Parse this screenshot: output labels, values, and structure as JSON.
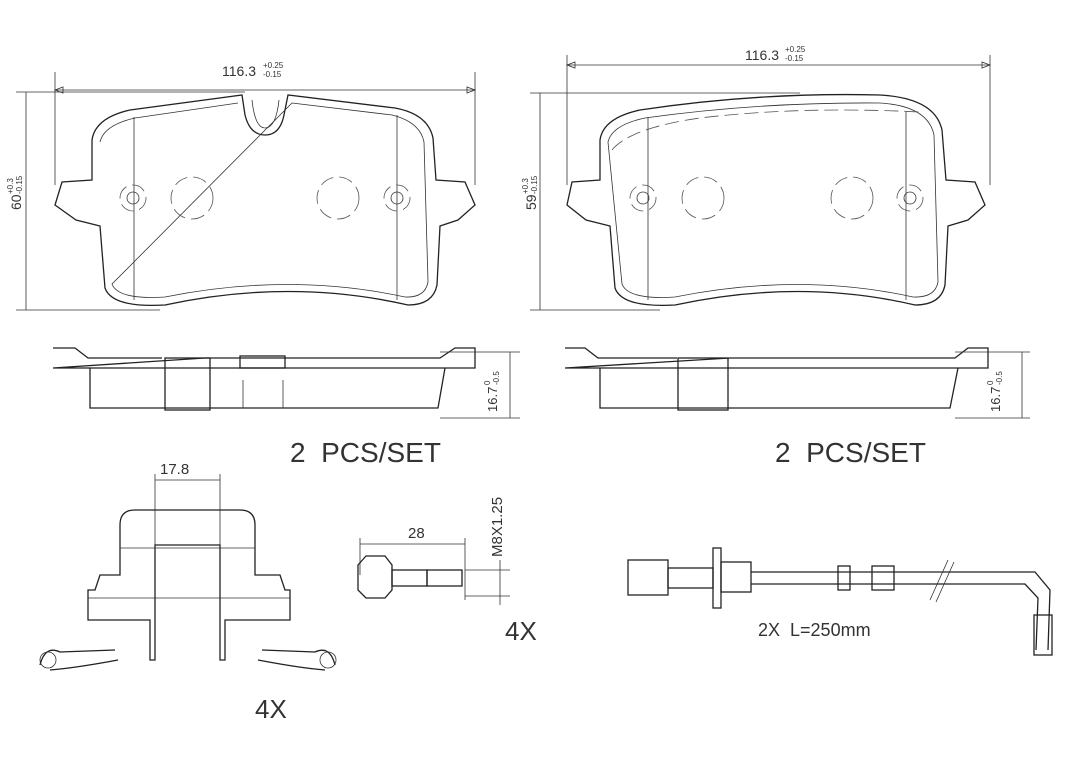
{
  "pad_left": {
    "width_dim": "116.3",
    "width_tol_plus": "+0.25",
    "width_tol_minus": "-0.15",
    "height_dim": "60",
    "height_tol_plus": "+0.3",
    "height_tol_minus": "-0.15",
    "thickness_dim": "16.7",
    "thickness_tol_plus": "0",
    "thickness_tol_minus": "-0.5",
    "qty": "2  PCS/SET"
  },
  "pad_right": {
    "width_dim": "116.3",
    "width_tol_plus": "+0.25",
    "width_tol_minus": "-0.15",
    "height_dim": "59",
    "height_tol_plus": "+0.3",
    "height_tol_minus": "-0.15",
    "thickness_dim": "16.7",
    "thickness_tol_plus": "0",
    "thickness_tol_minus": "-0.5",
    "qty": "2  PCS/SET"
  },
  "clip": {
    "dim": "17.8",
    "qty": "4X"
  },
  "bolt": {
    "length_dim": "28",
    "thread": "M8X1.25",
    "qty": "4X"
  },
  "sensor": {
    "label": "2X  L=250mm"
  }
}
